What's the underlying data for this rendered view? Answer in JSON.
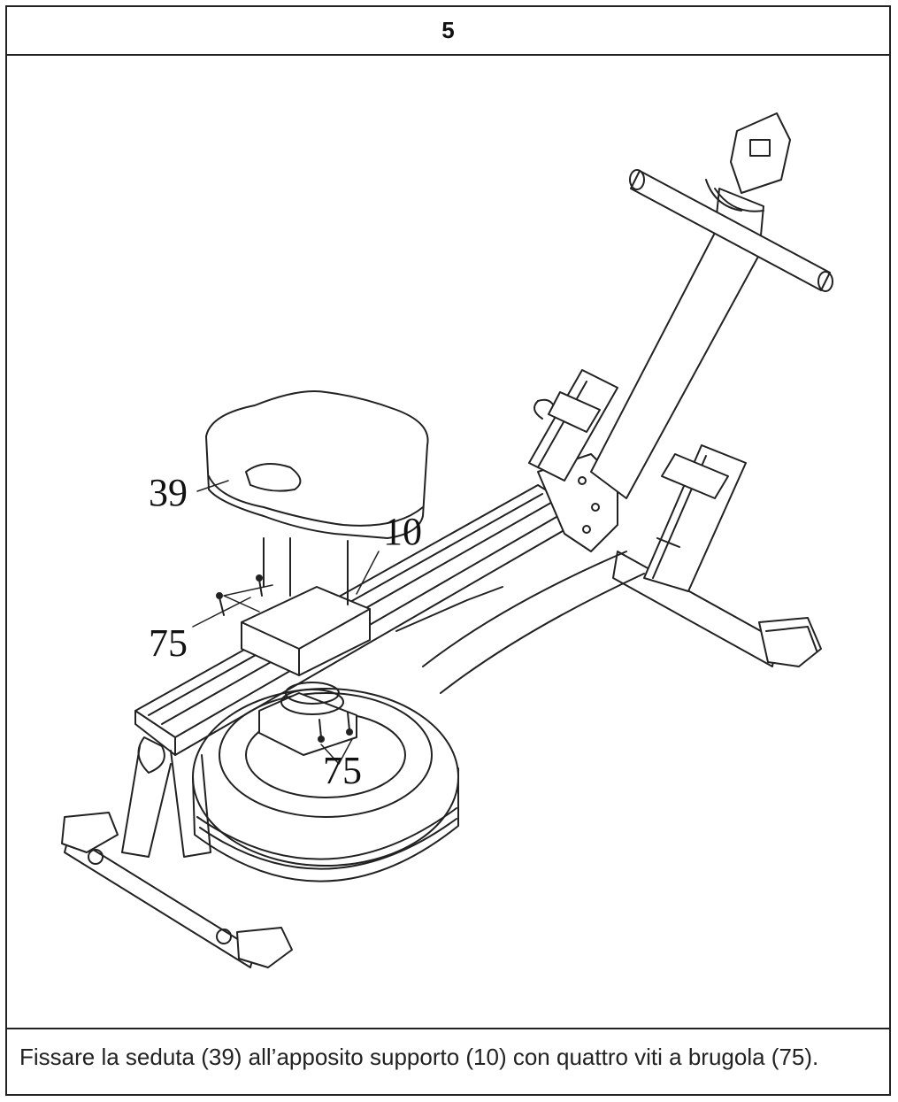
{
  "step": {
    "number": "5"
  },
  "callouts": {
    "seat": "39",
    "support": "10",
    "screws_left": "75",
    "screws_bottom": "75"
  },
  "caption": {
    "text": "Fissare la seduta (39) all’apposito supporto (10) con quattro viti a brugola (75)."
  },
  "colors": {
    "line": "#222222",
    "background": "#ffffff"
  }
}
